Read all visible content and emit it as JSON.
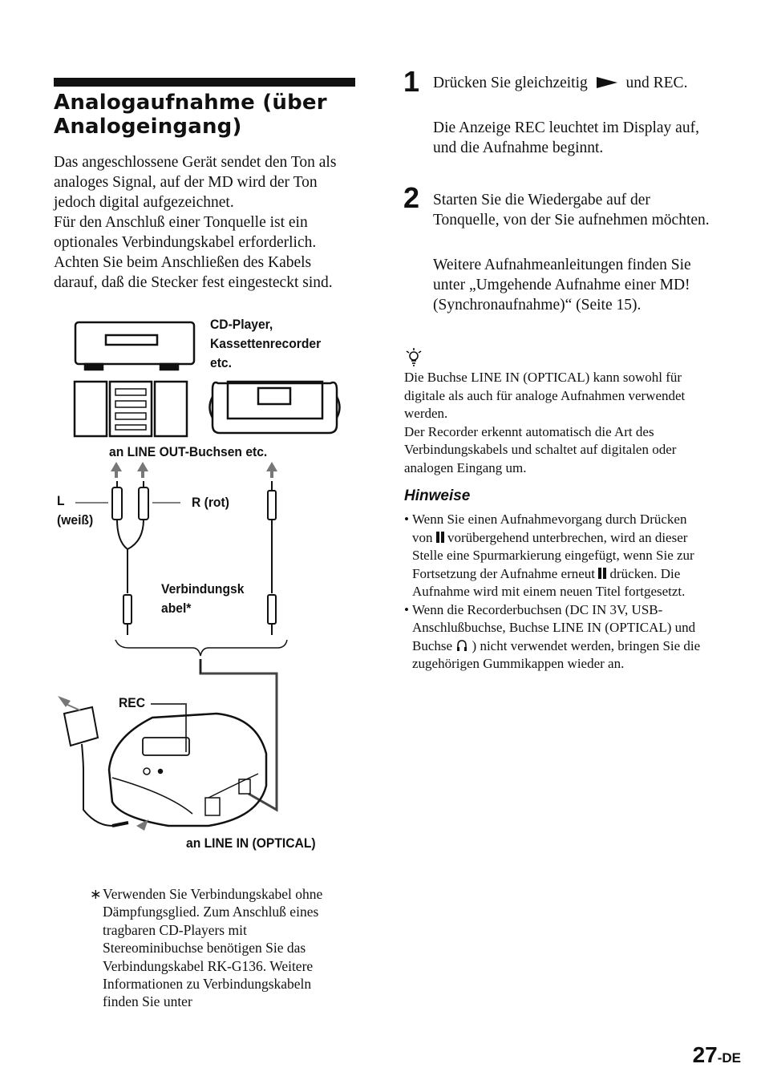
{
  "heading": "Analogaufnahme (über Analogeingang)",
  "intro": {
    "p1": "Das angeschlossene Gerät sendet den Ton als analoges Signal, auf der MD wird der Ton jedoch digital aufgezeichnet.",
    "p2": "Für den Anschluß einer Tonquelle ist ein optionales Verbindungskabel erforderlich. Achten Sie beim Anschließen des Kabels darauf, daß die Stecker fest eingesteckt sind."
  },
  "diagram": {
    "source_label_1": "CD-Player,",
    "source_label_2": "Kassettenrecorder",
    "source_label_3": "etc.",
    "line_out_label": "an LINE OUT-Buchsen etc.",
    "left_label_1": "L",
    "left_label_2": "(weiß)",
    "right_label": "R (rot)",
    "cable_label_1": "Verbindungsk",
    "cable_label_2": "abel*",
    "rec_label": "REC",
    "line_in_label": "an LINE IN (OPTICAL)"
  },
  "footnote": {
    "star": "∗",
    "text": "Verwenden Sie Verbindungskabel ohne Dämpfungsglied. Zum Anschluß eines tragbaren CD-Players mit Stereominibuchse benötigen Sie das Verbindungskabel RK-G136. Weitere Informationen zu Verbindungskabeln finden Sie unter"
  },
  "steps": [
    {
      "num": "1",
      "main_a": "Drücken Sie gleichzeitig",
      "main_b": "und REC.",
      "play_icon": "play-icon",
      "detail": "Die Anzeige REC leuchtet im Display auf, und die Aufnahme beginnt."
    },
    {
      "num": "2",
      "main": "Starten Sie die Wiedergabe auf der Tonquelle, von der Sie aufnehmen möchten.",
      "detail": "Weitere Aufnahmeanleitungen finden Sie unter „Umgehende Aufnahme einer MD! (Synchronaufnahme)“ (Seite 15)."
    }
  ],
  "tip": {
    "icon": "lightbulb-icon",
    "p1": "Die Buchse LINE IN (OPTICAL) kann sowohl für digitale als auch für analoge Aufnahmen verwendet werden.",
    "p2": "Der Recorder erkennt automatisch die Art des Verbindungskabels und schaltet auf digitalen oder analogen Eingang um."
  },
  "notes": {
    "title": "Hinweise",
    "items": [
      {
        "a": "Wenn Sie einen Aufnahmevorgang durch Drücken von",
        "b": "vorübergehend unterbrechen, wird an dieser Stelle eine Spurmarkierung eingefügt, wenn Sie zur Fortsetzung der Aufnahme erneut",
        "c": "drücken. Die Aufnahme wird mit einem neuen Titel fortgesetzt."
      },
      {
        "a": "Wenn die Recorderbuchsen (DC IN 3V, USB-Anschlußbuchse, Buchse LINE IN (OPTICAL) und Buchse",
        "b": ") nicht verwendet werden, bringen Sie die zugehörigen Gummikappen wieder an."
      }
    ],
    "bullet": "•",
    "pause_icon": "pause-icon",
    "headphone_icon": "headphone-icon"
  },
  "page": {
    "number": "27",
    "suffix": "-DE"
  }
}
